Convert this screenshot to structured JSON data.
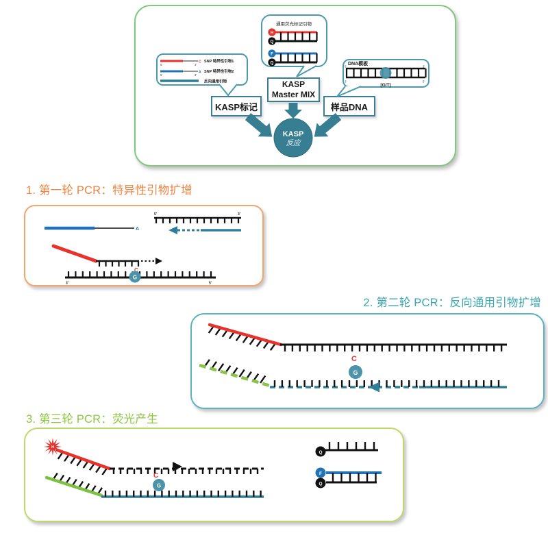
{
  "palette": {
    "teal_strand": "#2f7d98",
    "teal_dark": "#377e92",
    "bubble_border": "#4b9ab0",
    "panel_green": "#82c882",
    "box1_orange": "#f3a56c",
    "box2_teal": "#5ab3bf",
    "box3_green": "#bdd968",
    "heading1_orange": "#ef8440",
    "heading2_teal": "#3aa5ad",
    "heading3_green": "#8dc63f",
    "red": "#e8332d",
    "blue": "#2173b8",
    "green_solid": "#7cc144",
    "green_dashed": "#8bc34a",
    "black_strand": "#111111"
  },
  "overview": {
    "left_bubble": {
      "primer1": "SNP 特异性引物1",
      "primer2": "SNP 特异性引物2",
      "universal": "反向通用引物"
    },
    "top_bubble": {
      "title": "通用荧光标记引物"
    },
    "right_bubble": {
      "title": "DNA模板",
      "snp": "[G/T]"
    },
    "inputs": {
      "kasp_mark": "KASP标记",
      "mix_line1": "KASP",
      "mix_line2": "Master MIX",
      "sample_dna": "样品DNA"
    },
    "reaction": {
      "line1": "KASP",
      "line2": "反应"
    }
  },
  "sections": {
    "s1": "1. 第一轮 PCR：特异性引物扩增",
    "s2": "2. 第二轮 PCR：反向通用引物扩增",
    "s3": "3. 第三轮 PCR：荧光产生"
  },
  "bases": {
    "a": "A",
    "c": "C",
    "g": "G"
  },
  "tags": {
    "h": "H",
    "f": "F",
    "q": "Q"
  },
  "ends": {
    "p5": "5'",
    "p3": "3'"
  }
}
